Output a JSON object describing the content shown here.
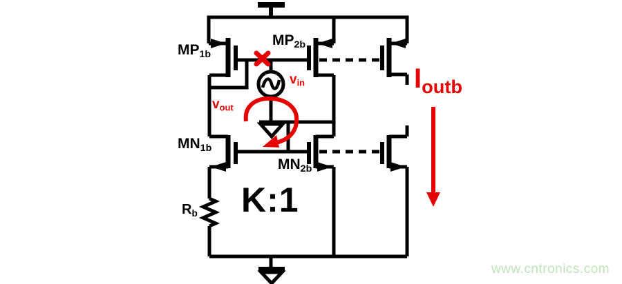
{
  "diagram": {
    "kind": "analog circuit schematic",
    "labels": {
      "mp1b": {
        "base": "MP",
        "sub": "1b"
      },
      "mp2b": {
        "base": "MP",
        "sub": "2b"
      },
      "mn1b": {
        "base": "MN",
        "sub": "1b"
      },
      "mn2b": {
        "base": "MN",
        "sub": "2b"
      },
      "rb": {
        "base": "R",
        "sub": "b"
      },
      "ratio": "K:1",
      "vin": {
        "base": "v",
        "sub": "in"
      },
      "vout": {
        "base": "v",
        "sub": "out"
      },
      "ioutb": {
        "base": "I",
        "sub": "outb"
      }
    },
    "icons": {
      "vdd-icon": "⊤",
      "ground-icon": "▽",
      "ac-source-icon": "∿",
      "resistor-icon": "⌁",
      "break-x-icon": "✗",
      "loop-arrow-icon": "↻",
      "output-current-arrow-icon": "↓"
    },
    "colors": {
      "wire": "#000000",
      "annotation_red": "#e60000",
      "background": "#ffffff",
      "watermark_green": "#bfe3ba"
    }
  },
  "watermark": {
    "text": "www.cntronics.com"
  }
}
